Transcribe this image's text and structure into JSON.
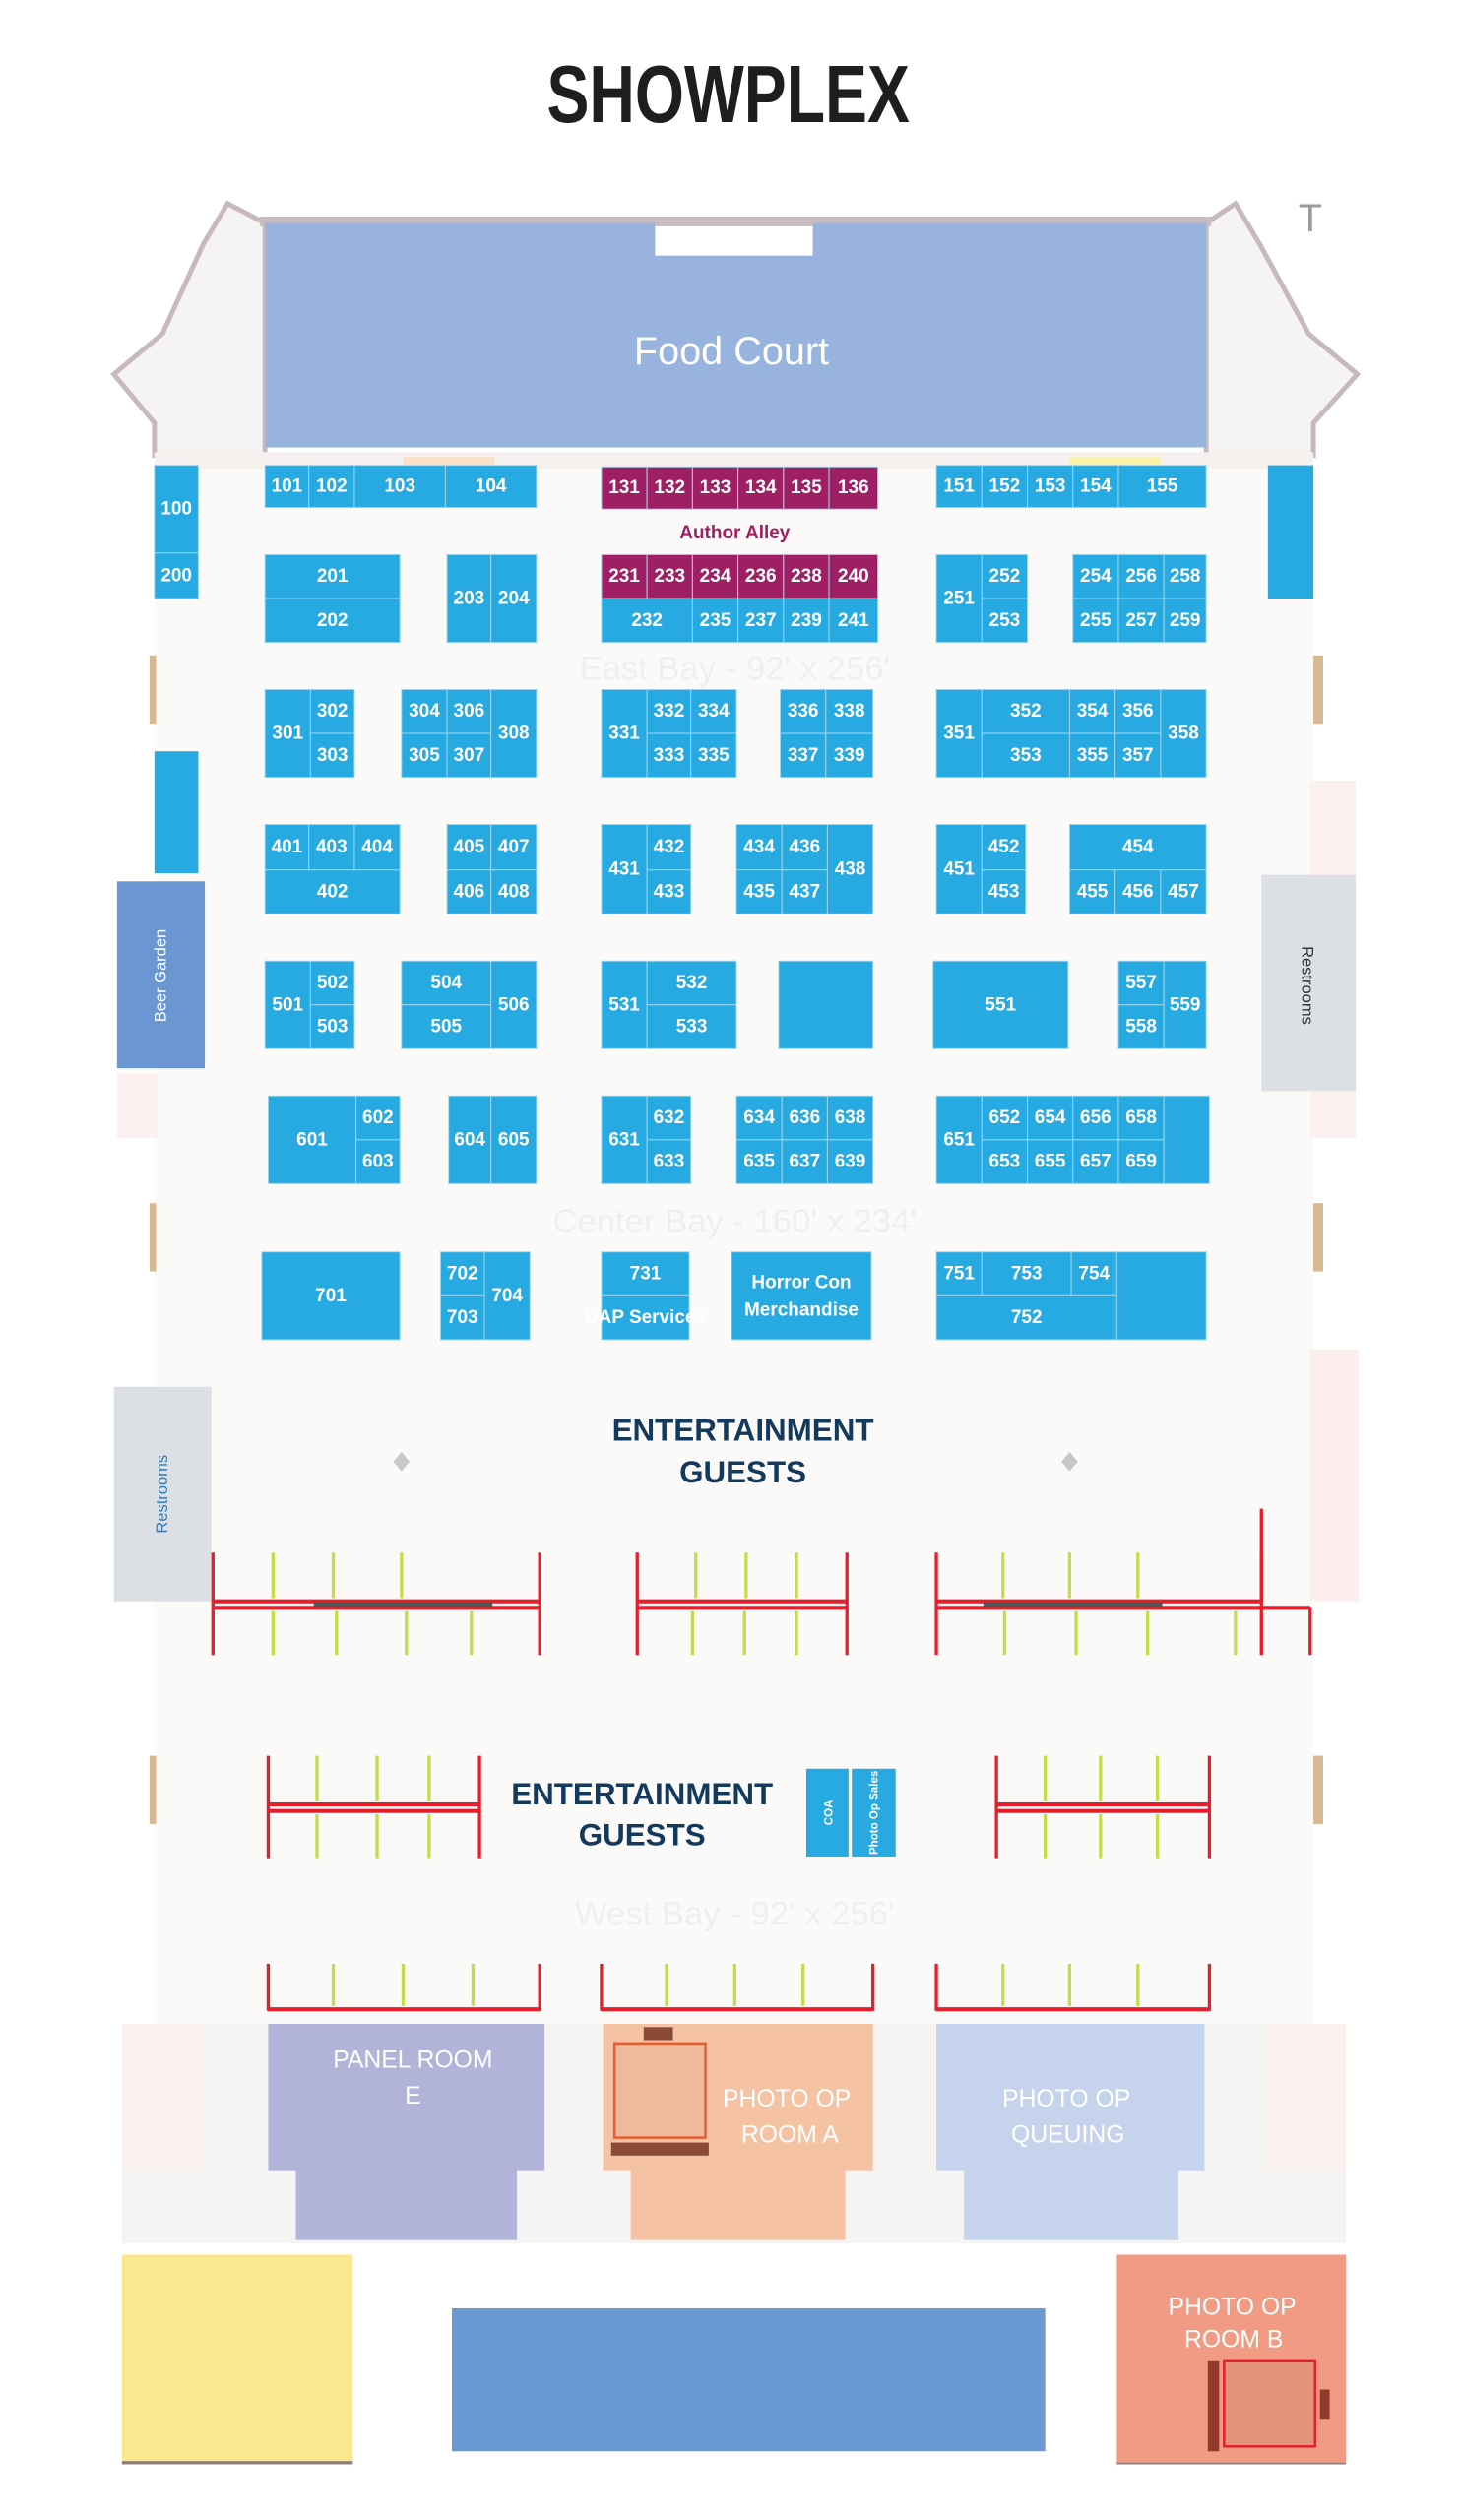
{
  "title": "SHOWPLEX",
  "compass_mark": "T",
  "areas": {
    "food_court": "Food Court",
    "author_alley": "Author Alley",
    "east_bay": "East Bay - 92' x 256'",
    "center_bay": "Center Bay - 160' x 234'",
    "west_bay": "West Bay - 92' x 256'",
    "beer_garden": "Beer Garden",
    "restrooms_right": "Restrooms",
    "restrooms_left": "Restrooms",
    "ent_guests_1_line1": "ENTERTAINMENT",
    "ent_guests_1_line2": "GUESTS",
    "ent_guests_2_line1": "ENTERTAINMENT",
    "ent_guests_2_line2": "GUESTS",
    "coa": "COA",
    "photo_op_sales": "Photo Op Sales",
    "panel_room_line1": "PANEL ROOM",
    "panel_room_line2": "E",
    "photo_a_line1": "PHOTO OP",
    "photo_a_line2": "ROOM A",
    "queue_line1": "PHOTO OP",
    "queue_line2": "QUEUING",
    "photo_b_line1": "PHOTO OP",
    "photo_b_line2": "ROOM B"
  },
  "colors": {
    "booth": "#27aae1",
    "author_booth": "#9e1f63",
    "food_court": "#97b3de",
    "beer_garden": "#6a97d2",
    "restrooms": "#dcdfe3",
    "panel_room": "#b1b3d8",
    "photo_room_a": "#f5c3a3",
    "photo_queue": "#c5d4ec",
    "photo_room_b": "#f19b84",
    "yellow_area": "#fbe78d",
    "blue_area": "#6899d1"
  },
  "booths": {
    "b100": "100",
    "b200": "200",
    "b101": "101",
    "b102": "102",
    "b103": "103",
    "b104": "104",
    "b131": "131",
    "b132": "132",
    "b133": "133",
    "b134": "134",
    "b135": "135",
    "b136": "136",
    "b151": "151",
    "b152": "152",
    "b153": "153",
    "b154": "154",
    "b155": "155",
    "b201": "201",
    "b202": "202",
    "b203": "203",
    "b204": "204",
    "b231": "231",
    "b233": "233",
    "b234": "234",
    "b236": "236",
    "b238": "238",
    "b240": "240",
    "b232": "232",
    "b235": "235",
    "b237": "237",
    "b239": "239",
    "b241": "241",
    "b251": "251",
    "b252": "252",
    "b253": "253",
    "b254": "254",
    "b256": "256",
    "b258": "258",
    "b255": "255",
    "b257": "257",
    "b259": "259",
    "b301": "301",
    "b302": "302",
    "b303": "303",
    "b304": "304",
    "b306": "306",
    "b305": "305",
    "b307": "307",
    "b308": "308",
    "b331": "331",
    "b332": "332",
    "b334": "334",
    "b333": "333",
    "b335": "335",
    "b336": "336",
    "b338": "338",
    "b337": "337",
    "b339": "339",
    "b351": "351",
    "b352": "352",
    "b353": "353",
    "b354": "354",
    "b356": "356",
    "b355": "355",
    "b357": "357",
    "b358": "358",
    "b401": "401",
    "b403": "403",
    "b404": "404",
    "b402": "402",
    "b405": "405",
    "b407": "407",
    "b406": "406",
    "b408": "408",
    "b431": "431",
    "b432": "432",
    "b433": "433",
    "b434": "434",
    "b436": "436",
    "b435": "435",
    "b437": "437",
    "b438": "438",
    "b451": "451",
    "b452": "452",
    "b453": "453",
    "b454": "454",
    "b455": "455",
    "b456": "456",
    "b457": "457",
    "b501": "501",
    "b502": "502",
    "b503": "503",
    "b504": "504",
    "b505": "505",
    "b506": "506",
    "b531": "531",
    "b532": "532",
    "b533": "533",
    "b551": "551",
    "b557": "557",
    "b558": "558",
    "b559": "559",
    "b601": "601",
    "b602": "602",
    "b603": "603",
    "b604": "604",
    "b605": "605",
    "b631": "631",
    "b632": "632",
    "b633": "633",
    "b634": "634",
    "b636": "636",
    "b638": "638",
    "b635": "635",
    "b637": "637",
    "b639": "639",
    "b651": "651",
    "b652": "652",
    "b654": "654",
    "b656": "656",
    "b658": "658",
    "b653": "653",
    "b655": "655",
    "b657": "657",
    "b659": "659",
    "b701": "701",
    "b702": "702",
    "b703": "703",
    "b704": "704",
    "b731": "731",
    "b731s": "DAP Services",
    "bhc1": "Horror Con",
    "bhc2": "Merchandise",
    "b751": "751",
    "b753": "753",
    "b754": "754",
    "b752": "752"
  }
}
